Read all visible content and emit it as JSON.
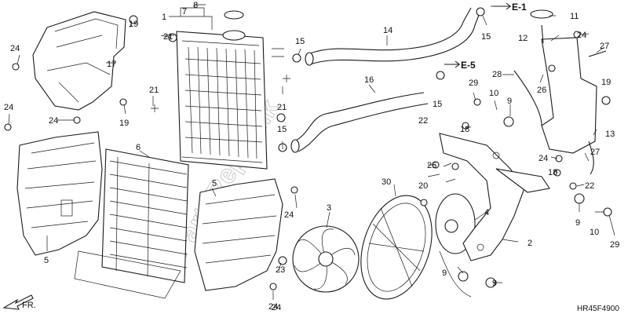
{
  "diagram": {
    "code": "HR45F4900",
    "direction": "FR.",
    "watermark": "PartsRepublik",
    "refs": [
      "E-1",
      "E-5"
    ],
    "callouts": [
      "1",
      "2",
      "3",
      "4",
      "5",
      "5",
      "6",
      "7",
      "8",
      "9",
      "9",
      "9",
      "9",
      "10",
      "10",
      "11",
      "12",
      "13",
      "14",
      "15",
      "15",
      "15",
      "15",
      "16",
      "17",
      "18",
      "18",
      "19",
      "19",
      "19",
      "20",
      "21",
      "21",
      "21",
      "22",
      "22",
      "23",
      "24",
      "24",
      "24",
      "24",
      "24",
      "24",
      "24",
      "24",
      "25",
      "26",
      "27",
      "27",
      "28",
      "29",
      "29",
      "30"
    ]
  }
}
